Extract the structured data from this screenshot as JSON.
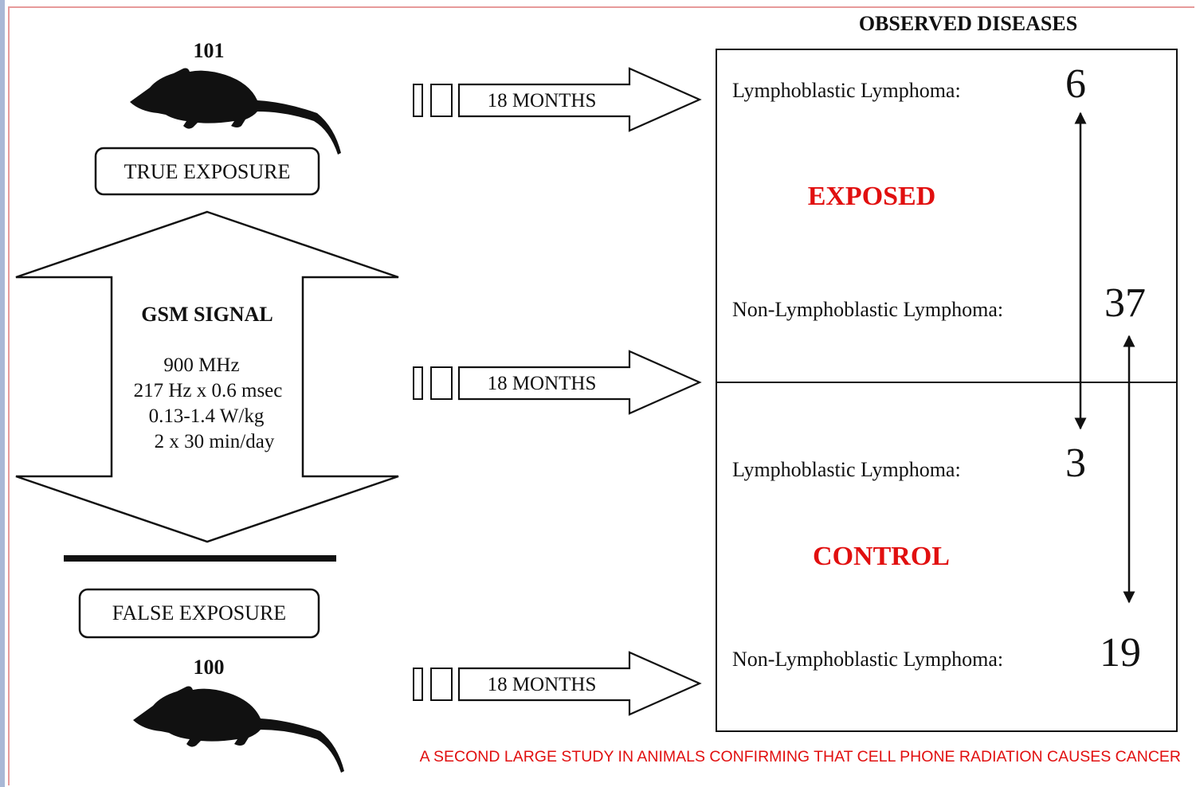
{
  "header": {
    "title": "OBSERVED DISEASES"
  },
  "exposed_group": {
    "count_label": "101",
    "exposure_label": "TRUE EXPOSURE",
    "group_label": "EXPOSED",
    "rows": [
      {
        "label": "Lymphoblastic Lymphoma:",
        "value": "6"
      },
      {
        "label": "Non-Lymphoblastic Lymphoma:",
        "value": "37"
      }
    ]
  },
  "control_group": {
    "count_label": "100",
    "exposure_label": "FALSE EXPOSURE",
    "group_label": "CONTROL",
    "rows": [
      {
        "label": "Lymphoblastic Lymphoma:",
        "value": "3"
      },
      {
        "label": "Non-Lymphoblastic Lymphoma:",
        "value": "19"
      }
    ]
  },
  "signal": {
    "title": "GSM SIGNAL",
    "lines": [
      "900 MHz",
      "217 Hz x 0.6 msec",
      "0.13-1.4 W/kg",
      "2 x 30 min/day"
    ]
  },
  "durations": [
    "18 MONTHS",
    "18 MONTHS",
    "18 MONTHS"
  ],
  "caption": "A SECOND LARGE STUDY IN ANIMALS CONFIRMING THAT CELL PHONE RADIATION CAUSES CANCER",
  "colors": {
    "accent_red": "#e10f0f",
    "frame_pink": "#e79a9a",
    "ink": "#111111"
  },
  "icons": [
    "rat-icon",
    "rat-icon"
  ]
}
